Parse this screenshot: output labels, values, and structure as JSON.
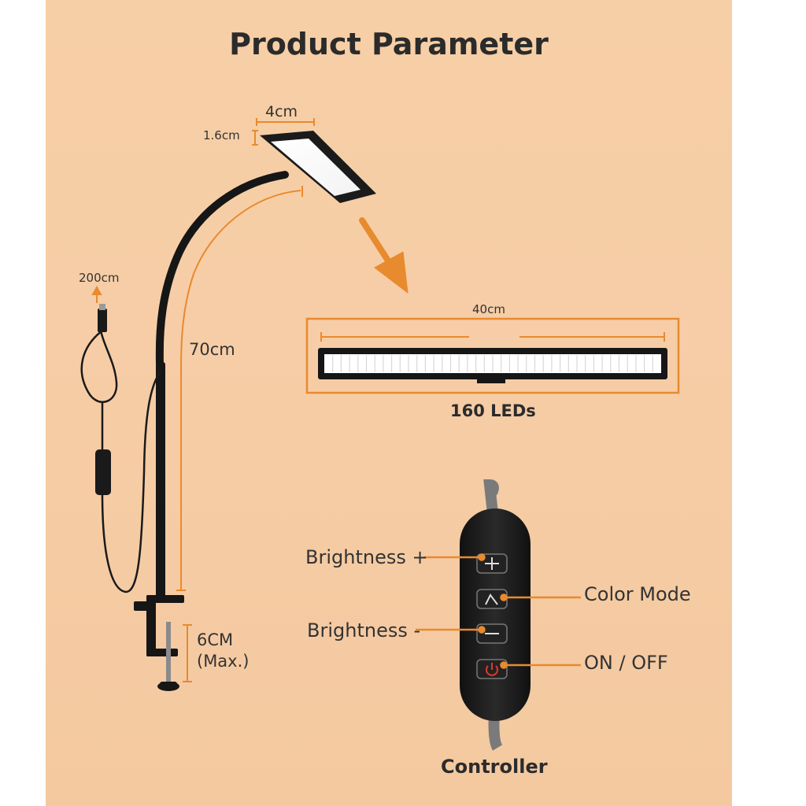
{
  "title": "Product Parameter",
  "dimensions": {
    "head_width": "4cm",
    "head_height": "1.6cm",
    "cable_length": "200cm",
    "arm_length": "70cm",
    "panel_length": "40cm",
    "clamp_line1": "6CM",
    "clamp_line2": "(Max.)"
  },
  "led_panel": {
    "led_count_label": "160 LEDs"
  },
  "controller": {
    "title": "Controller",
    "buttons": [
      {
        "label": "Brightness +",
        "icon": "plus-icon"
      },
      {
        "label": "Color Mode",
        "icon": "color-mode-icon"
      },
      {
        "label": "Brightness -",
        "icon": "minus-icon"
      },
      {
        "label": "ON / OFF",
        "icon": "power-icon"
      }
    ]
  },
  "colors": {
    "background": "#f6cda6",
    "accent": "#e88a2e",
    "device": "#1a1a1a",
    "power_red": "#e03a2a"
  }
}
